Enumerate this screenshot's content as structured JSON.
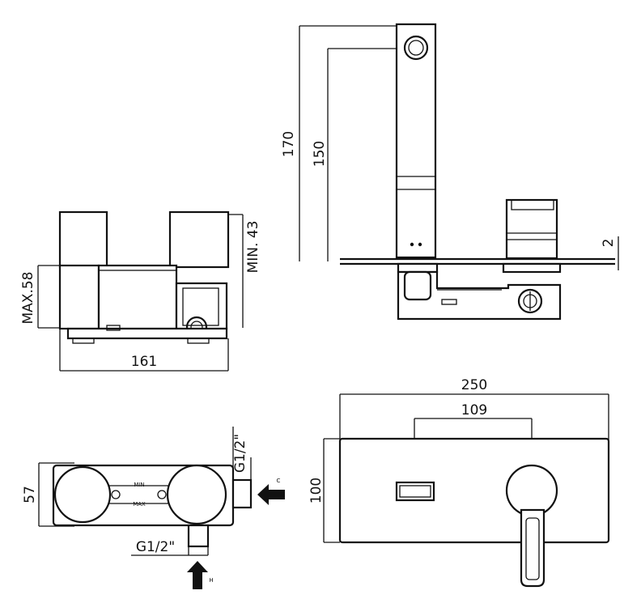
{
  "dimensions": {
    "total_height": "170",
    "lever_height": "150",
    "plate_depth": "2",
    "max_depth": "MAX.58",
    "min_depth": "MIN. 43",
    "body_width": "161",
    "plate_width": "250",
    "spout_to_lever": "109",
    "plate_height": "100",
    "body_height": "57",
    "inlet_cold_thread": "G1/2\"",
    "inlet_hot_thread": "G1/2\""
  },
  "labels": {
    "cold": "C",
    "hot": "H",
    "min": "MIN",
    "max": "MAX"
  }
}
